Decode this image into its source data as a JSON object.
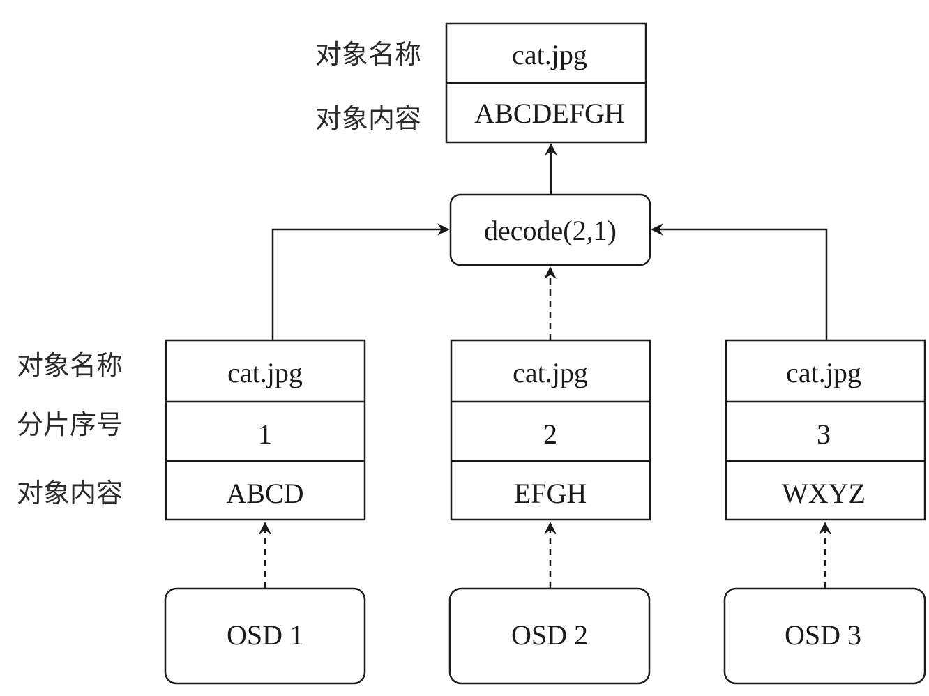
{
  "labels": {
    "object_name": "对象名称",
    "object_content": "对象内容",
    "fragment_seq": "分片序号"
  },
  "result": {
    "name": "cat.jpg",
    "content": "ABCDEFGH"
  },
  "decoder": {
    "label": "decode(2,1)"
  },
  "fragments": [
    {
      "name": "cat.jpg",
      "seq": "1",
      "content": "ABCD"
    },
    {
      "name": "cat.jpg",
      "seq": "2",
      "content": "EFGH"
    },
    {
      "name": "cat.jpg",
      "seq": "3",
      "content": "WXYZ"
    }
  ],
  "osds": [
    {
      "label": "OSD 1"
    },
    {
      "label": "OSD 2"
    },
    {
      "label": "OSD 3"
    }
  ]
}
